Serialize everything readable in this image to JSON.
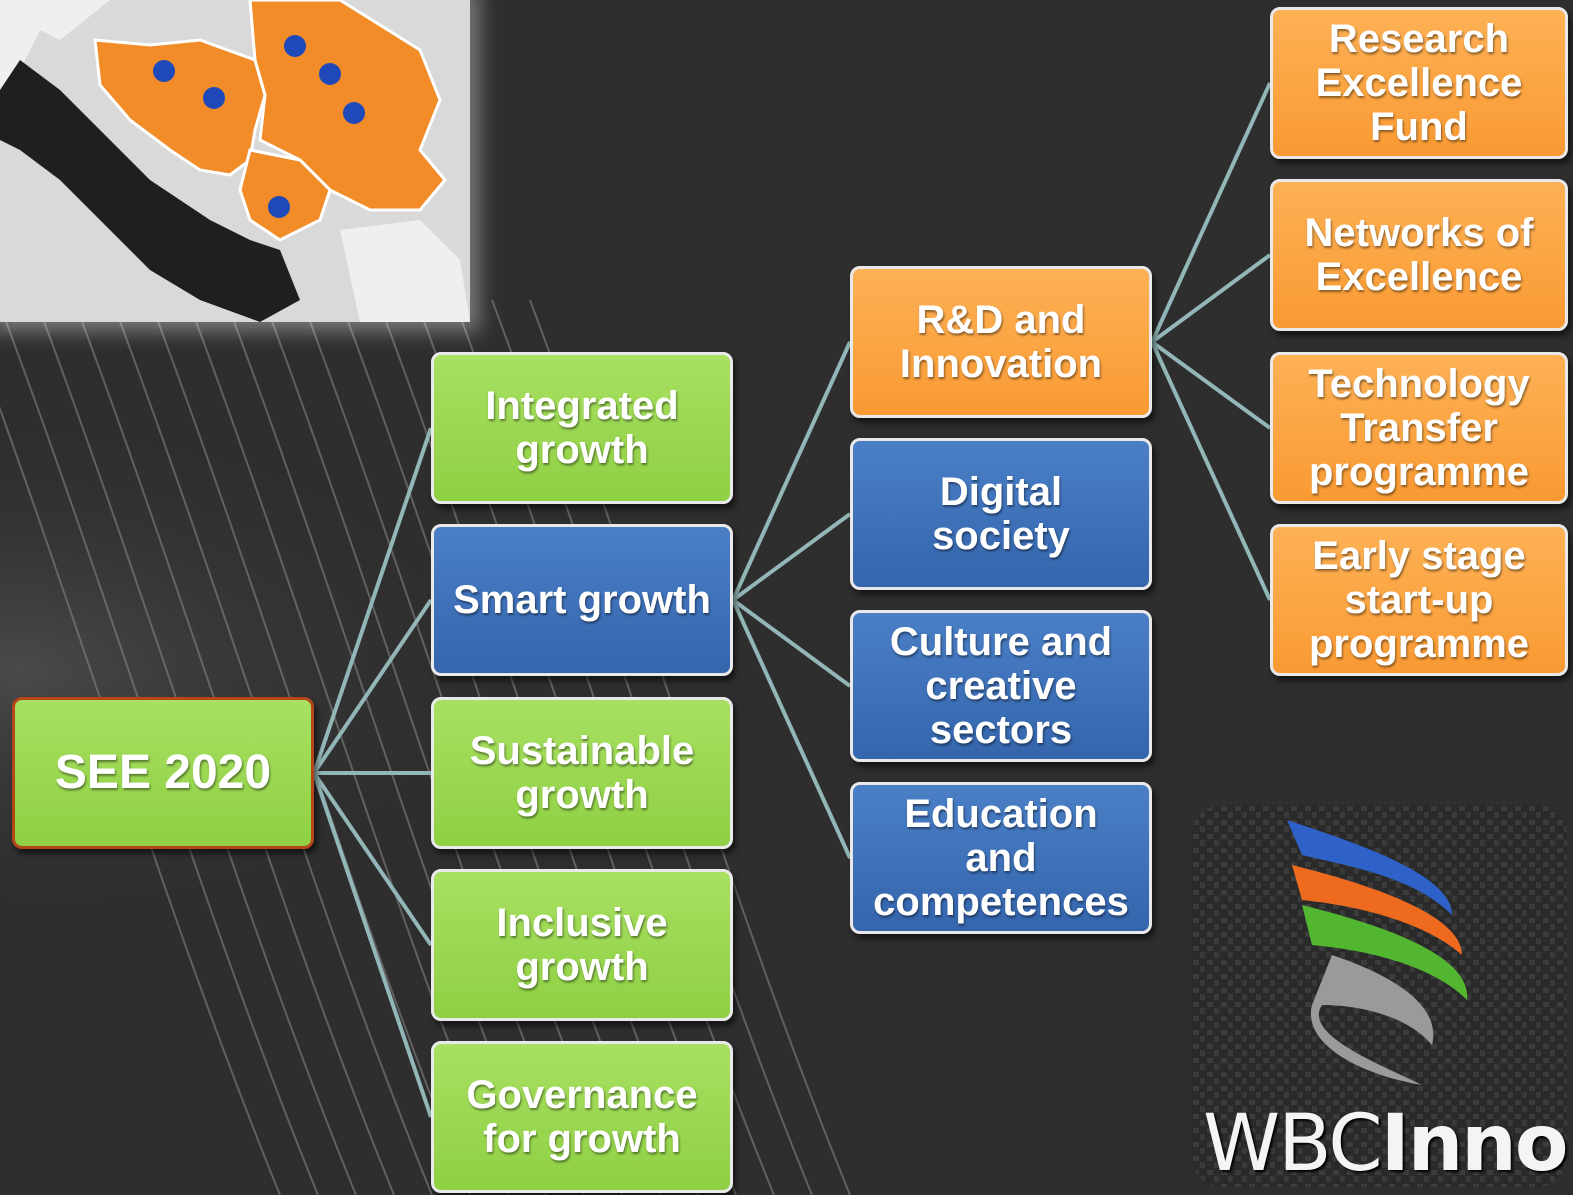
{
  "diagram": {
    "root": {
      "label": "SEE 2020"
    },
    "pillars": [
      {
        "label": "Integrated\ngrowth"
      },
      {
        "label": "Smart growth"
      },
      {
        "label": "Sustainable\ngrowth"
      },
      {
        "label": "Inclusive\ngrowth"
      },
      {
        "label": "Governance\nfor growth"
      }
    ],
    "smart_children": [
      {
        "label": "R&D and\nInnovation"
      },
      {
        "label": "Digital\nsociety"
      },
      {
        "label": "Culture and\ncreative\nsectors"
      },
      {
        "label": "Education\nand\ncompetences"
      }
    ],
    "rd_children": [
      {
        "label": "Research\nExcellence\nFund"
      },
      {
        "label": "Networks of\nExcellence"
      },
      {
        "label": "Technology\nTransfer\nprogramme"
      },
      {
        "label": "Early stage\nstart-up\nprogramme"
      }
    ]
  },
  "logo": {
    "text_light": "WBC",
    "text_bold": "Inno"
  },
  "colors": {
    "background": "#2e2e2e",
    "green": "#96d44b",
    "blue": "#3a6db5",
    "orange": "#fba43f",
    "connector": "#93b7b8",
    "map_fill": "#f28c28",
    "map_dot": "#1f49b8"
  }
}
